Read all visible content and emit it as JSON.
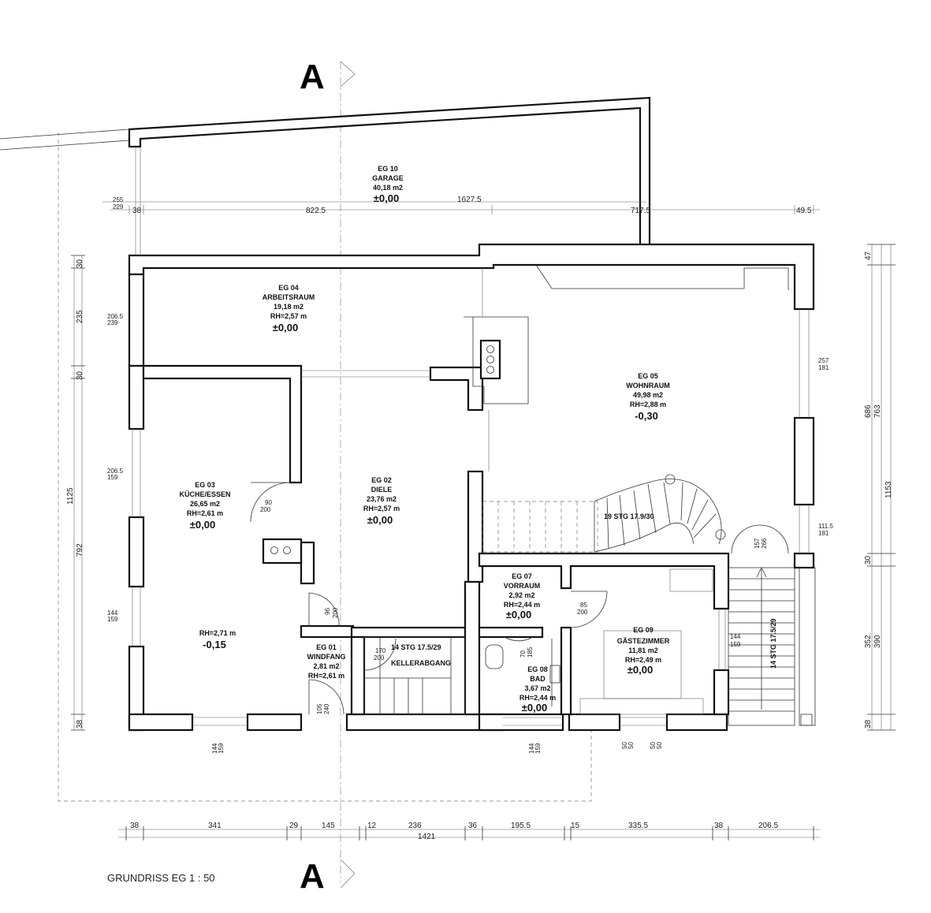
{
  "title": "GRUNDRISS EG 1 : 50",
  "section_mark": "A",
  "rooms": [
    {
      "id": "EG 10",
      "name": "GARAGE",
      "area": "40,18 m2",
      "rh": "",
      "level": "±0,00"
    },
    {
      "id": "EG 04",
      "name": "ARBEITSRAUM",
      "area": "19,18 m2",
      "rh": "RH=2,57 m",
      "level": "±0,00"
    },
    {
      "id": "EG 05",
      "name": "WOHNRAUM",
      "area": "49,98 m2",
      "rh": "RH=2,88 m",
      "level": "-0,30"
    },
    {
      "id": "EG 03",
      "name": "KÜCHE/ESSEN",
      "area": "26,65 m2",
      "rh": "RH=2,61 m",
      "level": "±0,00"
    },
    {
      "id": "EG 02",
      "name": "DIELE",
      "area": "23,76 m2",
      "rh": "RH=2,57 m",
      "level": "±0,00"
    },
    {
      "id": "",
      "name": "",
      "area": "",
      "rh": "RH=2,71 m",
      "level": "-0,15"
    },
    {
      "id": "EG 07",
      "name": "VORRAUM",
      "area": "2,92 m2",
      "rh": "RH=2,44 m",
      "level": "±0,00"
    },
    {
      "id": "EG 09",
      "name": "GÄSTEZIMMER",
      "area": "11,81 m2",
      "rh": "RH=2,49 m",
      "level": "±0,00"
    },
    {
      "id": "EG 01",
      "name": "WINDFANG",
      "area": "2,81 m2",
      "rh": "RH=2,61 m",
      "level": ""
    },
    {
      "id": "EG 08",
      "name": "BAD",
      "area": "3,67 m2",
      "rh": "RH=2,44 m",
      "level": "±0,00"
    }
  ],
  "stairs": {
    "main": "19 STG 17.9/30",
    "cellar": "14 STG 17.5/29",
    "cellar_label": "KELLERABGANG",
    "outside": "14 STG 17.5/29"
  },
  "dims_top": [
    "38",
    "822.5",
    "1627.5",
    "717.5",
    "49.5"
  ],
  "dims_top_left": [
    "255",
    "229"
  ],
  "dims_bottom": [
    "38",
    "341",
    "29",
    "145",
    "12",
    "236",
    "36",
    "195.5",
    "15",
    "335.5",
    "38",
    "206.5"
  ],
  "dims_bottom_total": "1421",
  "dims_left": [
    "30",
    "235",
    "30",
    "792",
    "38"
  ],
  "dims_left_total": "1125",
  "dims_right": [
    "47",
    "686",
    "763",
    "30",
    "352",
    "390",
    "38"
  ],
  "dims_right_total": "1153",
  "openings": {
    "w1": [
      "206.5",
      "239"
    ],
    "w2": [
      "206.5",
      "159"
    ],
    "w3": [
      "144",
      "159"
    ],
    "w4": [
      "144",
      "159"
    ],
    "w5": [
      "144",
      "159"
    ],
    "w6": [
      "144",
      "159"
    ],
    "w7": [
      "257",
      "181"
    ],
    "w8": [
      "111.5",
      "181"
    ],
    "w9": [
      "50",
      "50"
    ],
    "w10": [
      "50",
      "50"
    ],
    "d1": [
      "90",
      "200"
    ],
    "d2": [
      "96",
      "200"
    ],
    "d3": [
      "170",
      "200"
    ],
    "d4": [
      "85",
      "200"
    ],
    "d5": [
      "70",
      "185"
    ],
    "d6": [
      "105",
      "240"
    ],
    "d7": [
      "157",
      "266"
    ]
  }
}
